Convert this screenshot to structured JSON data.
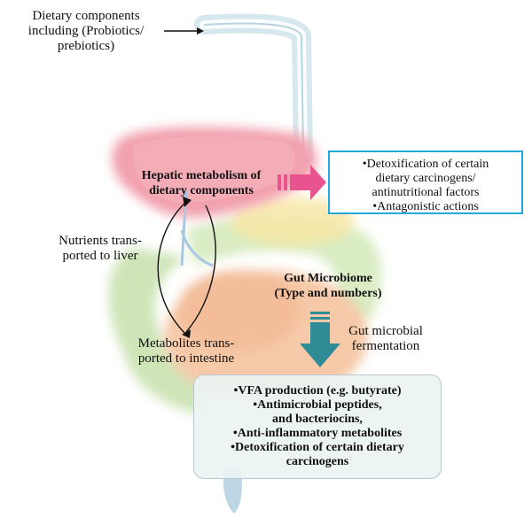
{
  "top_label": [
    "Dietary components",
    "including (Probiotics/",
    "prebiotics)"
  ],
  "hepatic_label": [
    "Hepatic metabolism of",
    "dietary components"
  ],
  "detox_box": [
    "•Detoxification of certain",
    "dietary carcinogens/",
    "antinutritional factors",
    "•Antagonistic actions"
  ],
  "nutrients_label": [
    "Nutrients trans-",
    "ported to liver"
  ],
  "metabolites_label": [
    "Metabolites trans-",
    "ported to intestine"
  ],
  "microbiome_label": [
    "Gut Microbiome",
    "(Type and numbers)"
  ],
  "fermentation_label": [
    "Gut microbial",
    "fermentation"
  ],
  "outcomes_box": [
    "•VFA production (e.g. butyrate)",
    "•Antimicrobial peptides,",
    "and bacteriocins,",
    "•Anti-inflammatory metabolites",
    "•Detoxification of certain dietary",
    "carcinogens"
  ],
  "colors": {
    "liver": "#f2a1ae",
    "pink_arrow": "#e8548f",
    "teal_arrow": "#2f8c96",
    "box_border": "#21a9d8",
    "esophagus": "#cfe3ea",
    "intestine_green": "#cfe5b8",
    "intestine_orange": "#f6c9a8"
  }
}
